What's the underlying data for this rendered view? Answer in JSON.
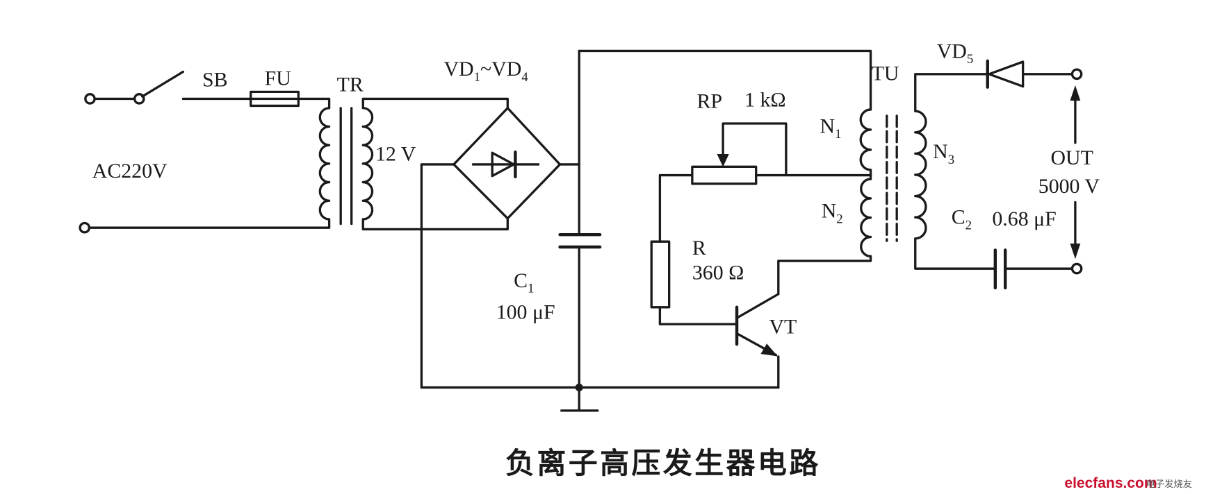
{
  "diagram": {
    "caption": "负离子高压发生器电路",
    "watermark": {
      "site": "elecfans.com",
      "name": "电子发烧友"
    },
    "colors": {
      "line": "#1a1a1a",
      "background": "#ffffff",
      "watermark": "#c8102e"
    },
    "labels": {
      "sb": "SB",
      "fu": "FU",
      "tr": "TR",
      "ac": "AC220V",
      "v12": "12 V",
      "vd14": {
        "a": "VD",
        "s1": "1",
        "b": "~VD",
        "s2": "4"
      },
      "rp": "RP",
      "rp_val": "1 kΩ",
      "c1": {
        "a": "C",
        "s": "1"
      },
      "c1_val": "100 μF",
      "r": "R",
      "r_val": "360 Ω",
      "vt": "VT",
      "n1": {
        "a": "N",
        "s": "1"
      },
      "n2": {
        "a": "N",
        "s": "2"
      },
      "tu": "TU",
      "n3": {
        "a": "N",
        "s": "3"
      },
      "vd5": {
        "a": "VD",
        "s": "5"
      },
      "out": "OUT",
      "out_val": "5000 V",
      "c2": {
        "a": "C",
        "s": "2"
      },
      "c2_val": "0.68 μF"
    }
  }
}
